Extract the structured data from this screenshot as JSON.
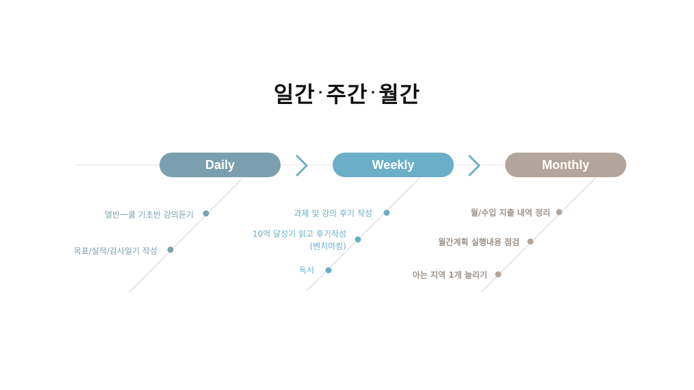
{
  "title": {
    "part1": "일간",
    "sep": "·",
    "part2": "주간",
    "part3": "월간"
  },
  "colors": {
    "daily": "#7b9fae",
    "weekly": "#6aaec8",
    "monthly": "#b2a69c",
    "arrow": "#6aaec8",
    "baseline": "#e3e3e3",
    "diagonal": "#d6d6d6"
  },
  "columns": [
    {
      "label": "Daily",
      "items": [
        {
          "lines": [
            "열반一쿨 기초반 강의듣기"
          ]
        },
        {
          "lines": [
            "목표/실적/감사일기 작성"
          ]
        }
      ]
    },
    {
      "label": "Weekly",
      "items": [
        {
          "lines": [
            "과제 및 강의 후기 작성"
          ]
        },
        {
          "lines": [
            "10억 달성기 읽고 후기작성",
            "(벤치마킹)"
          ]
        },
        {
          "lines": [
            "독서"
          ]
        }
      ]
    },
    {
      "label": "Monthly",
      "items": [
        {
          "lines": [
            "월/수입 지출 내역 정리"
          ]
        },
        {
          "lines": [
            "월간계획 실행내용 점검"
          ]
        },
        {
          "lines": [
            "아는 지역 1개 늘리기"
          ]
        }
      ]
    }
  ]
}
